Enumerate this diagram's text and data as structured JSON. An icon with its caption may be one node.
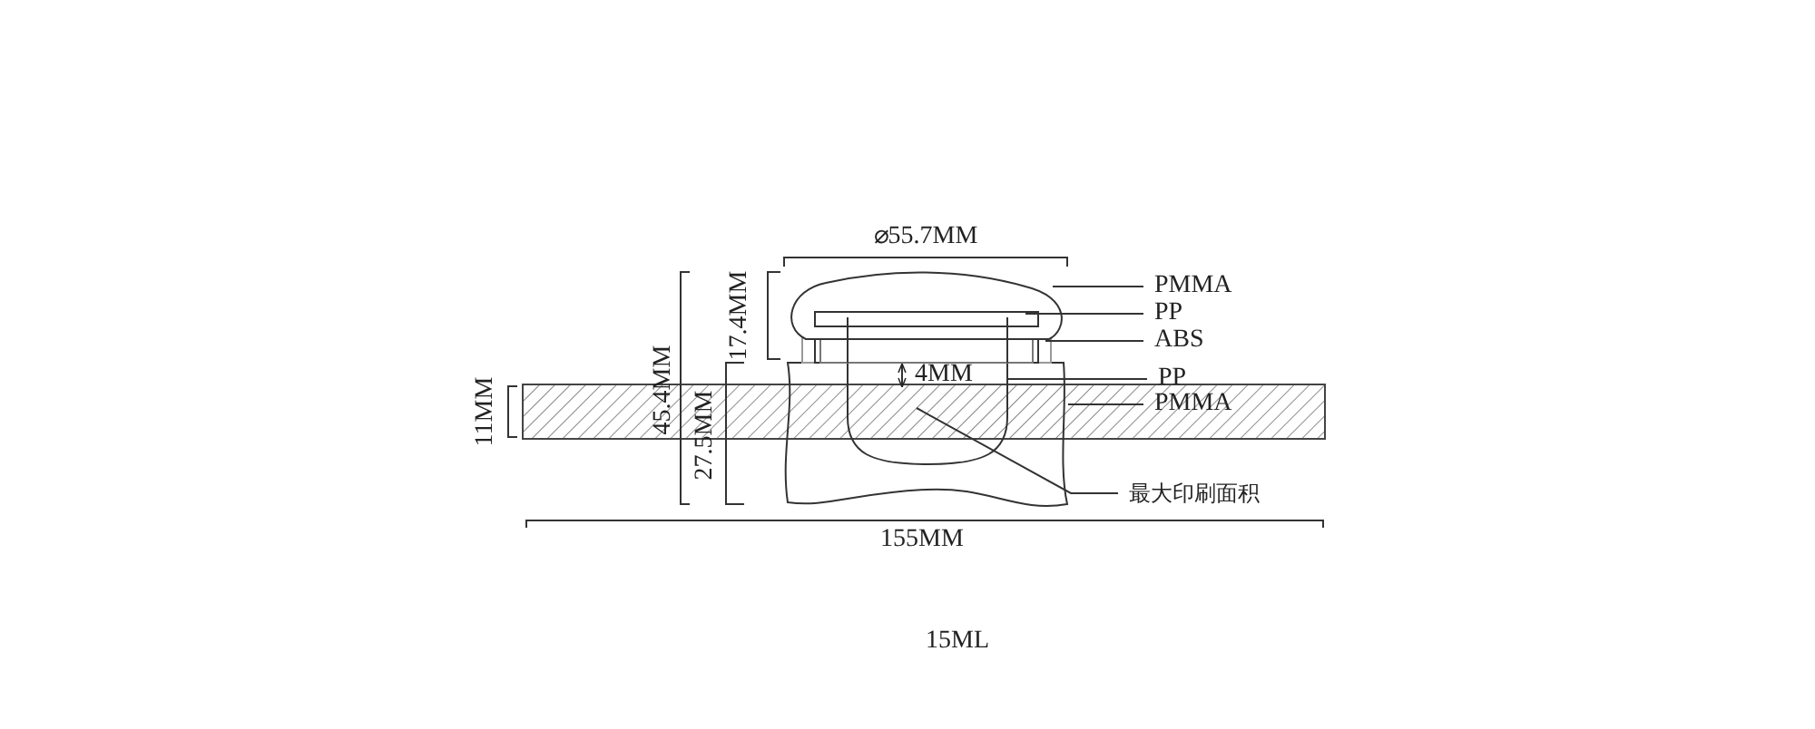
{
  "diagram": {
    "caption": "15ML",
    "nodes": [
      {
        "text": [
          "PMMA"
        ]
      },
      {
        "text": [
          "PP"
        ]
      },
      {
        "text": [
          "ABS"
        ]
      },
      {
        "text": [
          "PP"
        ]
      },
      {
        "text": [
          "PMMA"
        ]
      },
      {
        "text": [
          "最大印刷面积"
        ]
      },
      {
        "text": [],
        "shape": "picture"
      }
    ],
    "edges": [
      {
        "from": 0,
        "to": 6,
        "arrow": "none"
      },
      {
        "from": 1,
        "to": 6,
        "arrow": "none"
      },
      {
        "from": 2,
        "to": 6,
        "arrow": "none"
      },
      {
        "from": 3,
        "to": 6,
        "arrow": "none"
      },
      {
        "from": 4,
        "to": 6,
        "arrow": "none"
      },
      {
        "from": 5,
        "to": 6,
        "arrow": "none"
      }
    ],
    "labels": [
      "⌀55.7MM",
      "17.4MM",
      "45.4MM",
      "27.5MM",
      "11MM",
      "4MM",
      "155MM"
    ]
  }
}
